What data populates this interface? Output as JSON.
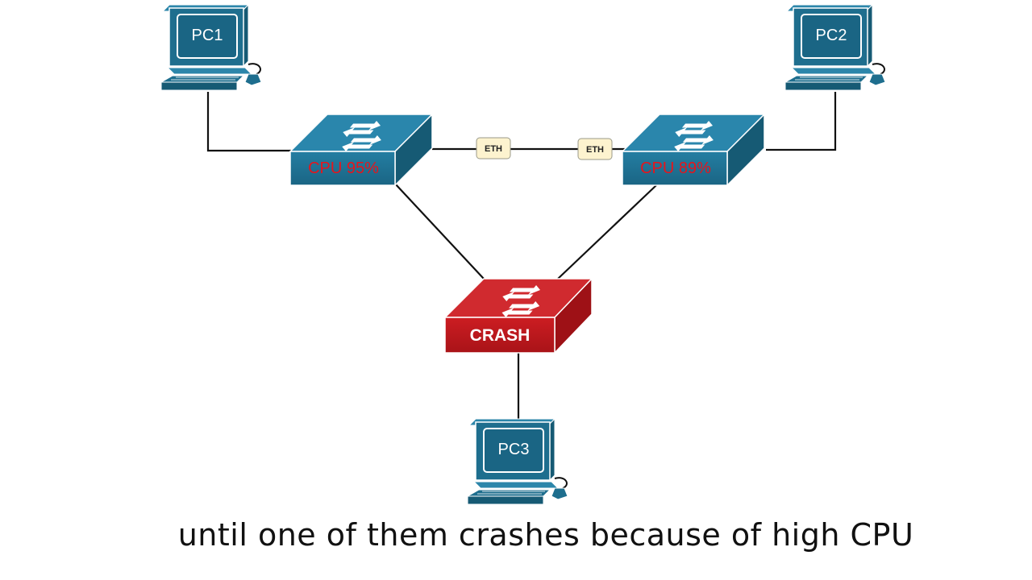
{
  "colors": {
    "device_blue": "#1e6e8e",
    "device_blue_dark": "#165a74",
    "device_blue_light": "#2c86aa",
    "crash_red": "#c4161c",
    "crash_red_dark": "#9e1116",
    "crash_red_light": "#d8353a",
    "cpu_text": "#e8141b",
    "eth_tag_fill": "#fdf3cf",
    "link": "#111111"
  },
  "pcs": [
    {
      "label": "PC1",
      "icon": "desktop-computer-icon"
    },
    {
      "label": "PC2",
      "icon": "desktop-computer-icon"
    },
    {
      "label": "PC3",
      "icon": "desktop-computer-icon"
    }
  ],
  "switches": [
    {
      "label": "CPU 95%",
      "status": "high-cpu",
      "icon": "switch-icon"
    },
    {
      "label": "CPU 89%",
      "status": "high-cpu",
      "icon": "switch-icon"
    },
    {
      "label": "CRASH",
      "status": "crashed",
      "icon": "switch-icon"
    }
  ],
  "eth_tags": [
    "ETH",
    "ETH"
  ],
  "caption": "until one of them crashes because of high CPU"
}
